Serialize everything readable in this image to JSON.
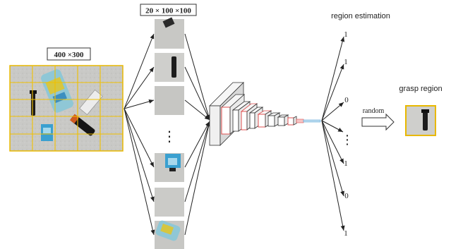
{
  "input_image": {
    "size_label": "400 ×300"
  },
  "patches": {
    "size_label": "20 × 100 ×100",
    "ellipsis": "⋮"
  },
  "region_estimation": {
    "title": "region estimation",
    "values": [
      "1",
      "1",
      "0",
      "1",
      "0",
      "1"
    ],
    "ellipsis": "⋮"
  },
  "selection": {
    "label": "random"
  },
  "output": {
    "label": "grasp region"
  },
  "colors": {
    "grid": "#f0c000",
    "border": "#e8b800",
    "arrow": "#222222",
    "cnn_red": "#e05050",
    "cnn_blue": "#60a8d8"
  }
}
